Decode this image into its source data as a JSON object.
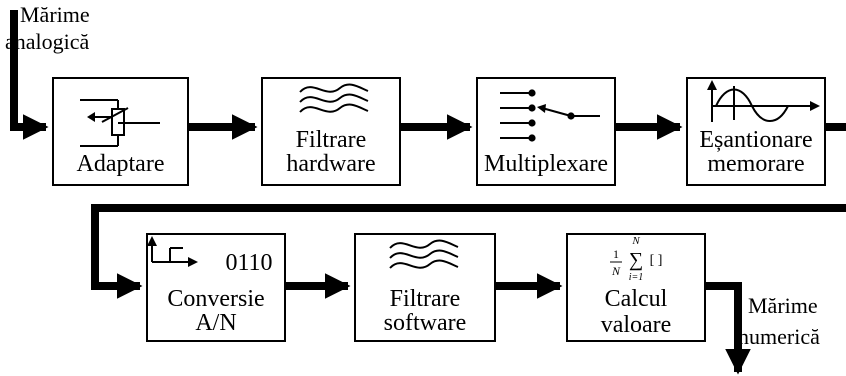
{
  "input": {
    "line1": "Mărime",
    "line2": "analogică"
  },
  "output": {
    "line1": "Mărime",
    "line2": "numerică"
  },
  "blocks": [
    {
      "id": "adaptare",
      "lines": [
        "Adaptare"
      ]
    },
    {
      "id": "filtrare-hw",
      "lines": [
        "Filtrare",
        "hardware"
      ]
    },
    {
      "id": "multiplexare",
      "lines": [
        "Multiplexare"
      ]
    },
    {
      "id": "esantionare",
      "lines": [
        "Eșantionare",
        "memorare"
      ]
    },
    {
      "id": "conversie",
      "lines": [
        "Conversie",
        "A/N"
      ]
    },
    {
      "id": "filtrare-sw",
      "lines": [
        "Filtrare",
        "software"
      ]
    },
    {
      "id": "calcul",
      "lines": [
        "Calcul",
        "valoare"
      ]
    }
  ],
  "conversion_code": "0110",
  "formula": {
    "num": "1",
    "den": "N",
    "upper": "N",
    "sigma": "∑",
    "lower": "i=1",
    "brackets": "[ ]"
  }
}
